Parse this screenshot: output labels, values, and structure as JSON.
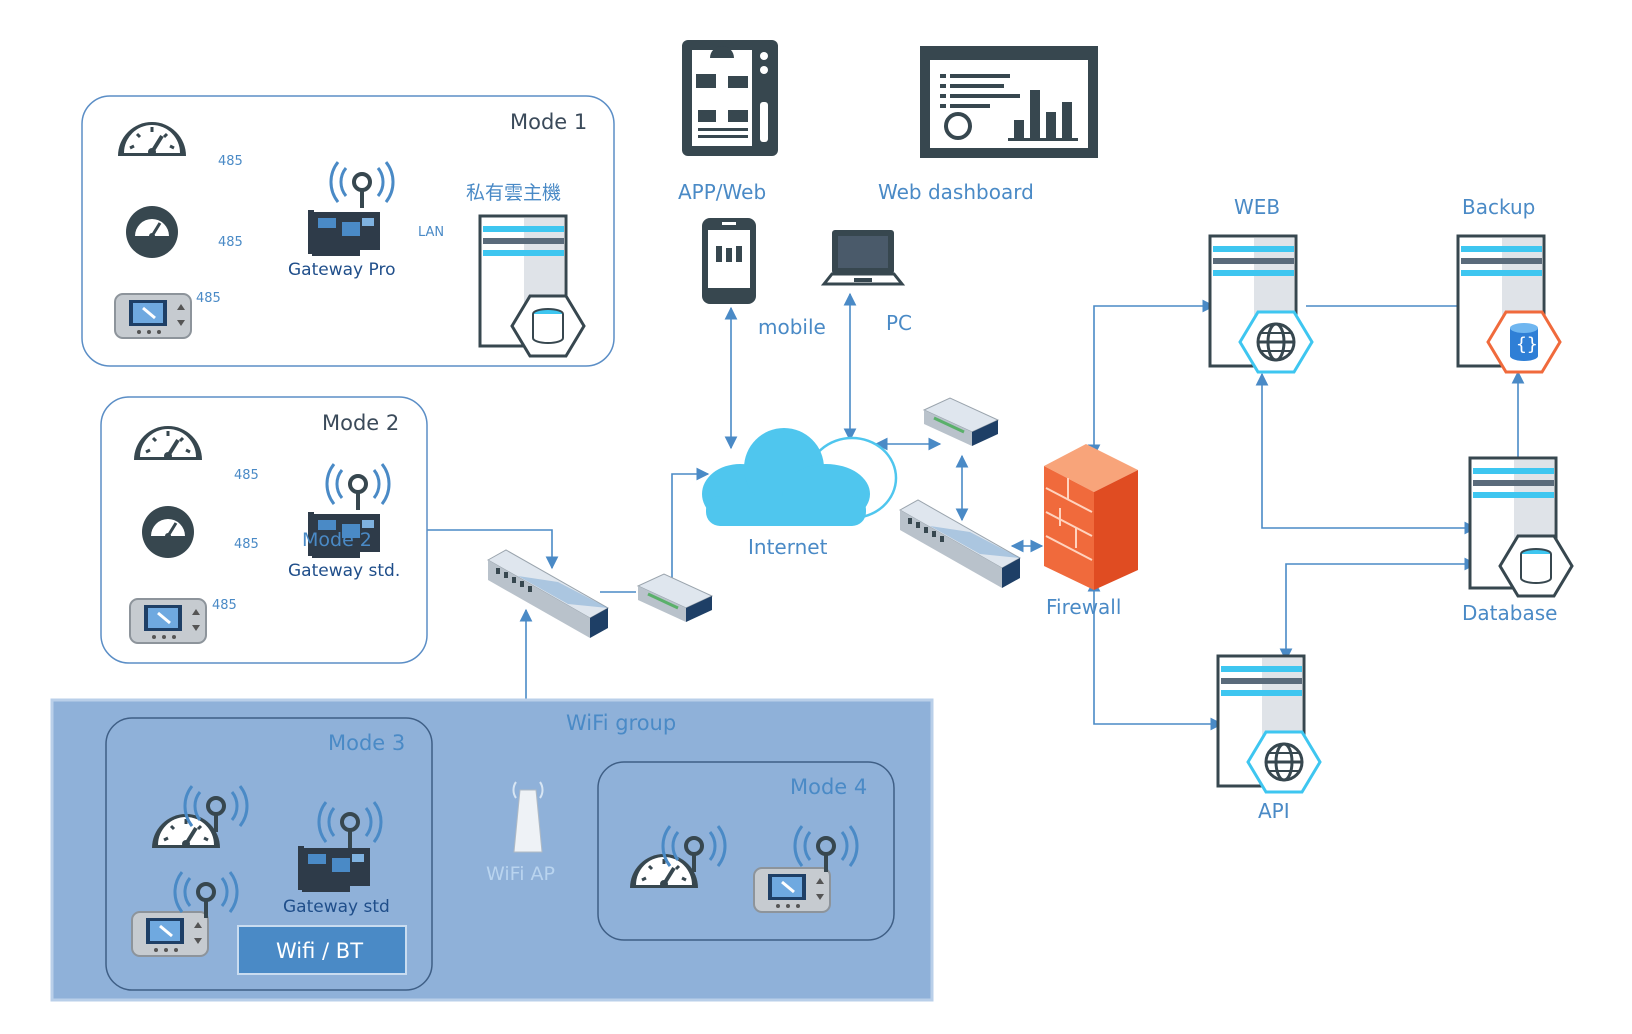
{
  "colors": {
    "line": "#4a8ac6",
    "label": "#4a8ac6",
    "dark": "#37474f",
    "wifi_group_bg": "#8fb1d9",
    "wifi_group_border": "#b9cfe9",
    "server_stripe": "#3ec6f0",
    "firewall": "#f06a3c",
    "cloud": "#4fc6ee"
  },
  "modes": {
    "mode1": {
      "title": "Mode 1",
      "link_labels": [
        "485",
        "485",
        "485"
      ],
      "gateway": "Gateway Pro",
      "lan": "LAN",
      "private_cloud": "私有雲主機"
    },
    "mode2": {
      "title": "Mode 2",
      "link_labels": [
        "485",
        "485",
        "485"
      ],
      "gateway": "Gateway std.",
      "overlay": "Mode 2"
    },
    "mode3": {
      "title": "Mode 3",
      "gateway": "Gateway std",
      "button": "Wifi / BT"
    },
    "mode4": {
      "title": "Mode 4"
    }
  },
  "wifi": {
    "group": "WiFi group",
    "ap": "WiFi AP"
  },
  "clients": {
    "app_web": "APP/Web",
    "dashboard": "Web dashboard",
    "mobile": "mobile",
    "pc": "PC"
  },
  "network": {
    "internet": "Internet",
    "firewall": "Firewall"
  },
  "servers": {
    "web": "WEB",
    "backup": "Backup",
    "database": "Database",
    "api": "API"
  },
  "icons": [
    "gauge-icon",
    "dial-meter-icon",
    "thermostat-icon",
    "gateway-board-icon",
    "antenna-icon",
    "server-icon",
    "database-icon",
    "globe-icon",
    "code-braces-icon",
    "network-switch-icon",
    "router-icon",
    "cloud-icon",
    "firewall-icon",
    "mobile-phone-icon",
    "laptop-icon",
    "tablet-app-icon",
    "dashboard-icon",
    "wifi-ap-icon"
  ]
}
